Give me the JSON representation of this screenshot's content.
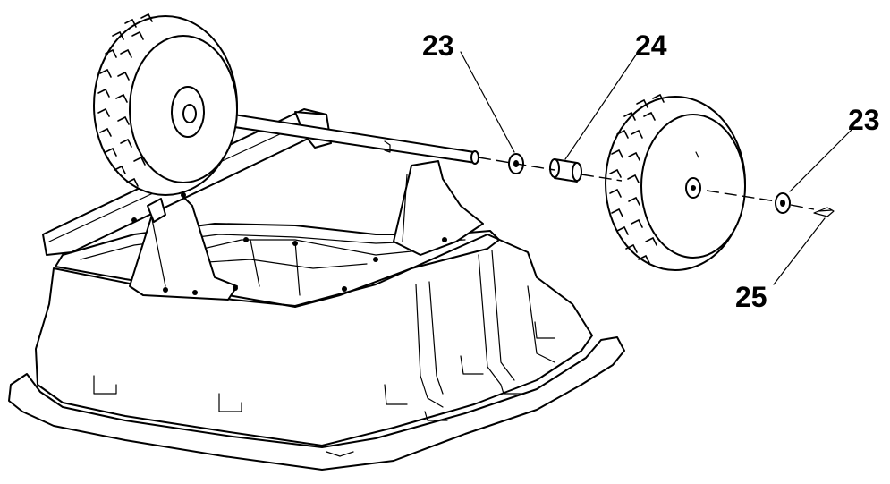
{
  "diagram": {
    "callouts": [
      {
        "id": "washer-left",
        "number": "23"
      },
      {
        "id": "spacer",
        "number": "24"
      },
      {
        "id": "washer-right",
        "number": "23"
      },
      {
        "id": "cotter-pin",
        "number": "25"
      }
    ]
  }
}
